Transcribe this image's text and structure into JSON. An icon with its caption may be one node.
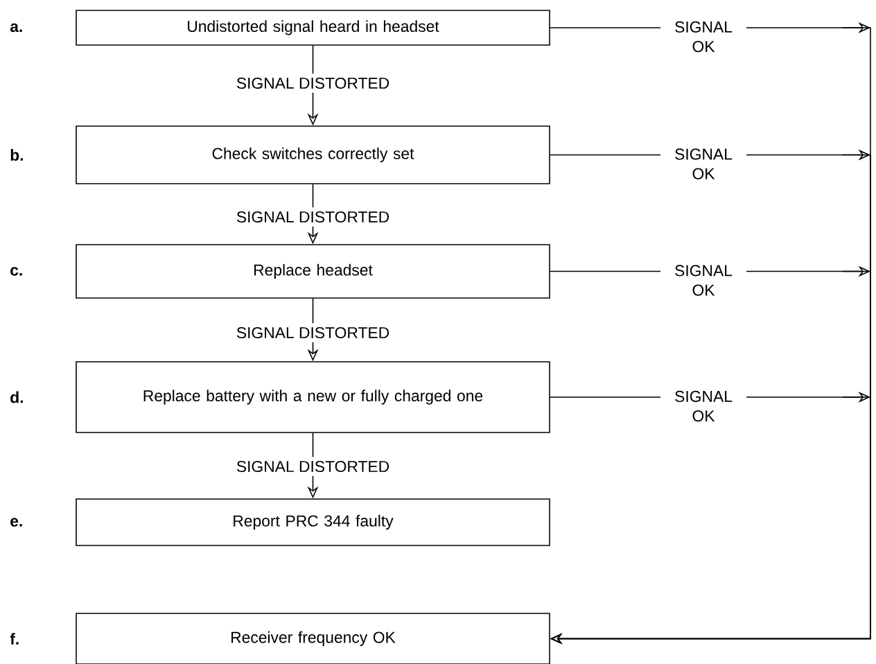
{
  "diagram": {
    "nodes": [
      {
        "text": [
          "Undistorted signal heard in headset"
        ],
        "beside": [
          "a."
        ]
      },
      {
        "text": [
          "Check switches correctly set"
        ],
        "beside": [
          "b."
        ]
      },
      {
        "text": [
          "Replace headset"
        ],
        "beside": [
          "c."
        ]
      },
      {
        "text": [
          "Replace battery with a new or fully charged one"
        ],
        "beside": [
          "d."
        ]
      },
      {
        "text": [
          "Report PRC 344 faulty"
        ],
        "beside": [
          "e."
        ]
      },
      {
        "text": [
          "Receiver frequency OK"
        ],
        "beside": [
          "f."
        ]
      }
    ],
    "edges": [
      {
        "from": 0,
        "to": 1,
        "arrow": "to",
        "label": "SIGNAL DISTORTED"
      },
      {
        "from": 1,
        "to": 2,
        "arrow": "to",
        "label": "SIGNAL DISTORTED"
      },
      {
        "from": 2,
        "to": 3,
        "arrow": "to",
        "label": "SIGNAL DISTORTED"
      },
      {
        "from": 3,
        "to": 4,
        "arrow": "to",
        "label": "SIGNAL DISTORTED"
      },
      {
        "from": 0,
        "to": 5,
        "arrow": "to",
        "label": "SIGNAL OK"
      },
      {
        "from": 1,
        "to": 5,
        "arrow": "to",
        "label": "SIGNAL OK"
      },
      {
        "from": 2,
        "to": 5,
        "arrow": "to",
        "label": "SIGNAL OK"
      },
      {
        "from": 3,
        "to": 5,
        "arrow": "to",
        "label": "SIGNAL OK"
      }
    ]
  }
}
